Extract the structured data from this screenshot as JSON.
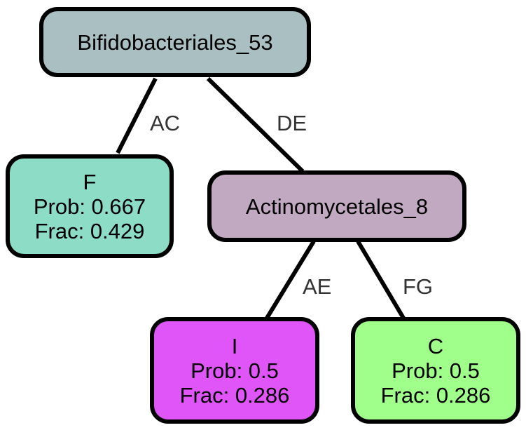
{
  "nodes": {
    "root": {
      "label": "Bifidobacteriales_53",
      "color": "#aabfc2"
    },
    "f": {
      "label": "F",
      "prob": "Prob: 0.667",
      "frac": "Frac: 0.429",
      "color": "#8ddcc6"
    },
    "actino": {
      "label": "Actinomycetales_8",
      "color": "#c1a9c1"
    },
    "i": {
      "label": "I",
      "prob": "Prob: 0.5",
      "frac": "Frac: 0.286",
      "color": "#e055f8"
    },
    "c": {
      "label": "C",
      "prob": "Prob: 0.5",
      "frac": "Frac: 0.286",
      "color": "#a0fe8a"
    }
  },
  "edges": {
    "root_f": "AC",
    "root_actino": "DE",
    "actino_i": "AE",
    "actino_c": "FG"
  }
}
